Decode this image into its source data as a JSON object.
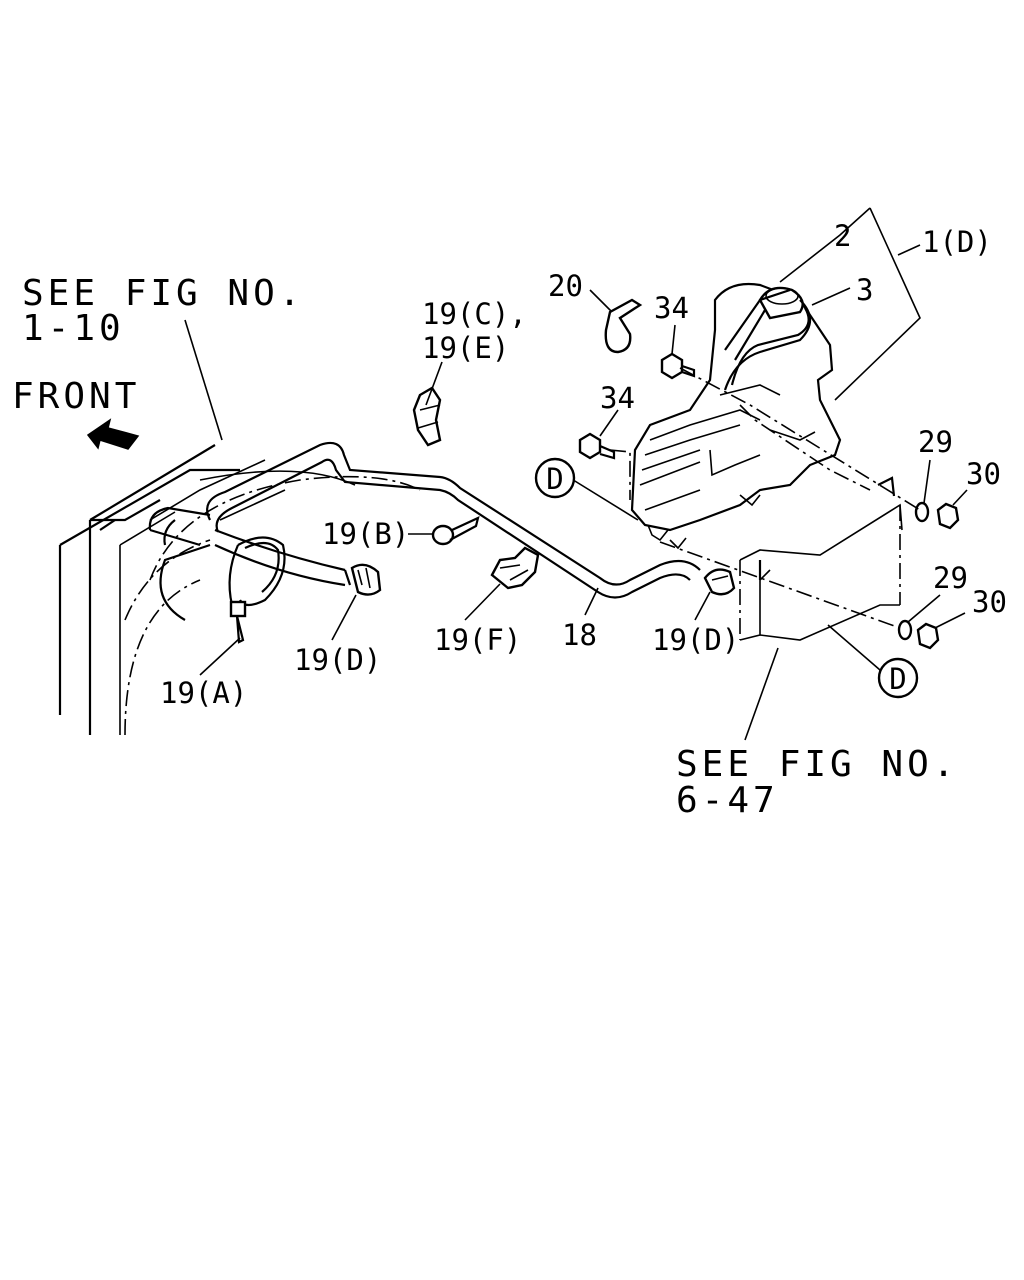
{
  "refs": {
    "see_fig_1_line1": "SEE FIG NO.",
    "see_fig_1_line2": "1-10",
    "see_fig_2_line1": "SEE FIG NO.",
    "see_fig_2_line2": "6-47",
    "front": "FRONT"
  },
  "callouts": {
    "c_1d": "1(D)",
    "c_2": "2",
    "c_3": "3",
    "c_20": "20",
    "c_34a": "34",
    "c_34b": "34",
    "c_19ce_line1": "19(C),",
    "c_19ce_line2": "19(E)",
    "c_19b": "19(B)",
    "c_19d_left": "19(D)",
    "c_19a": "19(A)",
    "c_19f": "19(F)",
    "c_18": "18",
    "c_19d_right": "19(D)",
    "c_29a": "29",
    "c_30a": "30",
    "c_29b": "29",
    "c_30b": "30",
    "marker_d_top": "D",
    "marker_d_bottom": "D"
  }
}
